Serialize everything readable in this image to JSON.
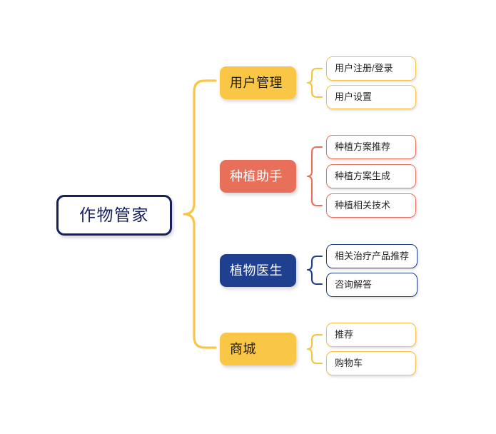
{
  "diagram": {
    "type": "mindmap",
    "title": "作物管家",
    "root": {
      "label": "作物管家",
      "color": "#16205c"
    },
    "palette": {
      "amber": "#fac646",
      "amber_border": "#f5c33f",
      "salmon": "#e8705a",
      "navy": "#1f3f8f",
      "root_navy": "#16205c",
      "background": "#ffffff",
      "leaf_fill": "#ffffff",
      "leaf_text": "#262626"
    },
    "branches": [
      {
        "label": "用户管理",
        "theme": "amber",
        "leaves": [
          {
            "label": "用户注册/登录"
          },
          {
            "label": "用户设置"
          }
        ]
      },
      {
        "label": "种植助手",
        "theme": "salmon",
        "leaves": [
          {
            "label": "种植方案推荐"
          },
          {
            "label": "种植方案生成"
          },
          {
            "label": "种植相关技术"
          }
        ]
      },
      {
        "label": "植物医生",
        "theme": "navy",
        "leaves": [
          {
            "label": "相关治疗产品推荐"
          },
          {
            "label": "咨询解答"
          }
        ]
      },
      {
        "label": "商城",
        "theme": "amber",
        "leaves": [
          {
            "label": "推荐"
          },
          {
            "label": "购物车"
          }
        ]
      }
    ]
  }
}
